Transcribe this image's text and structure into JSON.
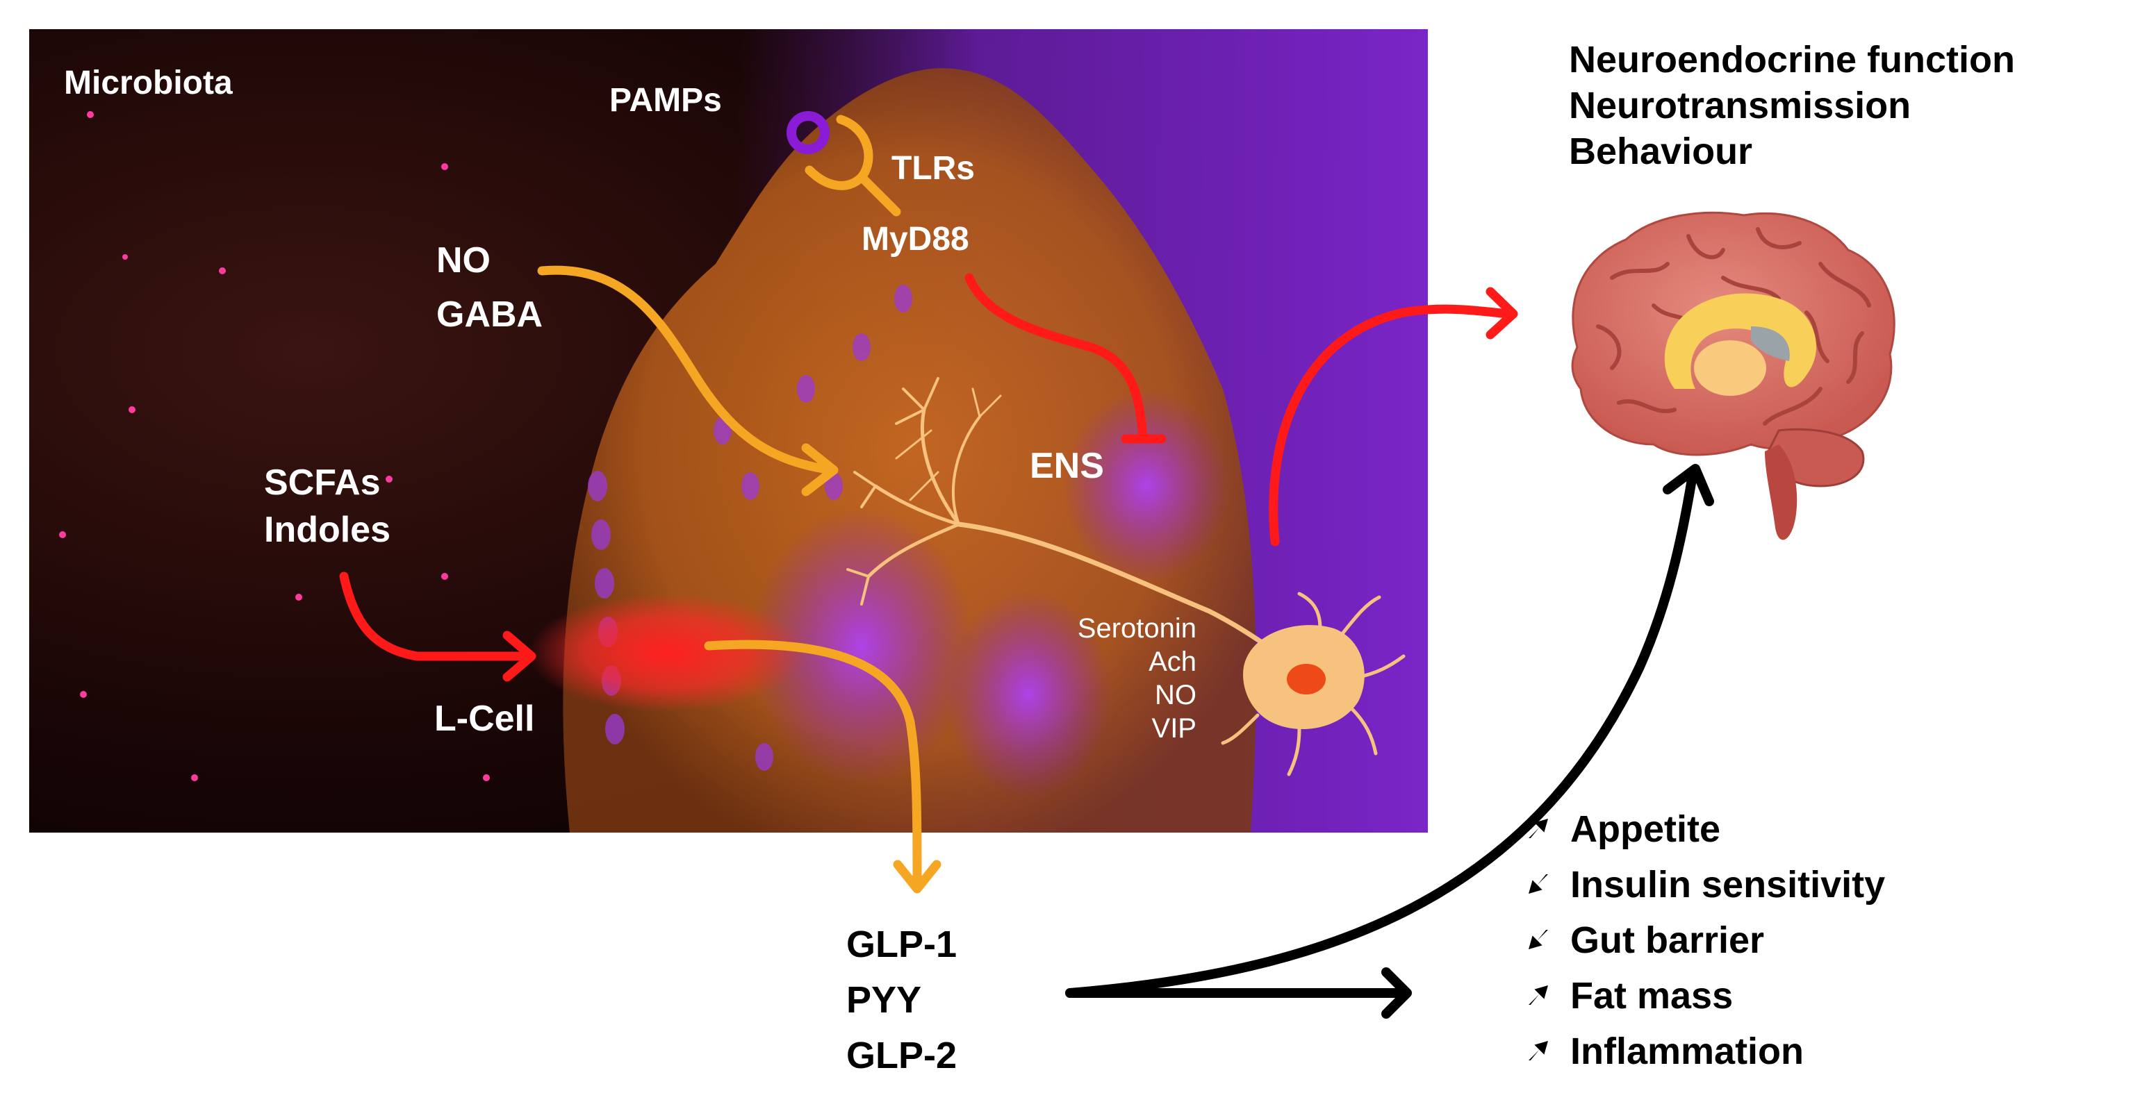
{
  "gut_panel": {
    "title": "Microbiota",
    "pamps": "PAMPs",
    "tlrs": "TLRs",
    "myd88": "MyD88",
    "no_gaba": [
      "NO",
      "GABA"
    ],
    "scfas_indoles": [
      "SCFAs",
      "Indoles"
    ],
    "l_cell": "L-Cell",
    "ens": "ENS",
    "neurotransmitters": [
      "Serotonin",
      "Ach",
      "NO",
      "VIP"
    ]
  },
  "brain_effects": {
    "lines": [
      "Neuroendocrine function",
      "Neurotransmission",
      "Behaviour"
    ]
  },
  "hormones": [
    "GLP-1",
    "PYY",
    "GLP-2"
  ],
  "outcomes": [
    {
      "label": "Appetite",
      "direction": "up"
    },
    {
      "label": "Insulin sensitivity",
      "direction": "down"
    },
    {
      "label": "Gut barrier",
      "direction": "down"
    },
    {
      "label": "Fat mass",
      "direction": "up"
    },
    {
      "label": "Inflammation",
      "direction": "up"
    }
  ],
  "colors": {
    "orange_arrow": "#f5a623",
    "red_arrow": "#ff1a1a",
    "black_arrow": "#000000",
    "pamp_ring": "#8a1bd6",
    "neuron": "#f7c27e",
    "brain": "#d96a62"
  }
}
